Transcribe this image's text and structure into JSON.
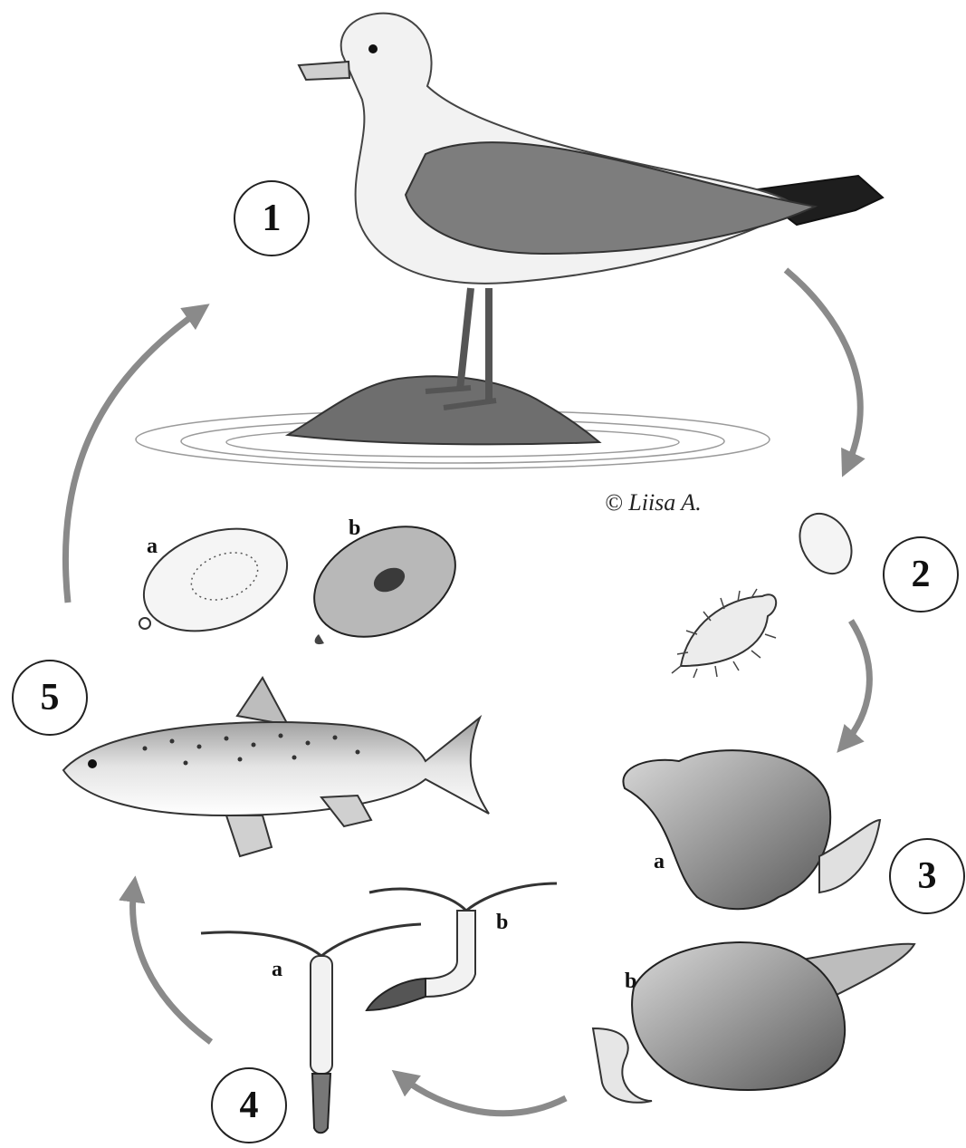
{
  "stages": [
    {
      "label": "1"
    },
    {
      "label": "2"
    },
    {
      "label": "3"
    },
    {
      "label": "4"
    },
    {
      "label": "5"
    }
  ],
  "sublabels": {
    "egg_a": "a",
    "egg_b": "b",
    "snail_a": "a",
    "snail_b": "b",
    "cercaria_a": "a",
    "cercaria_b": "b"
  },
  "credit": "© Liisa A."
}
